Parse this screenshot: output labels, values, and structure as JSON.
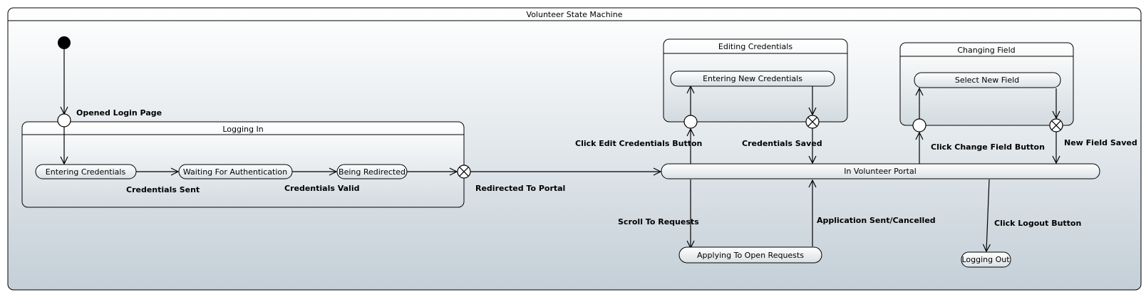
{
  "machine": {
    "title": "Volunteer State Machine"
  },
  "composites": {
    "logging_in": {
      "title": "Logging In"
    },
    "editing_credentials": {
      "title": "Editing Credentials"
    },
    "changing_field": {
      "title": "Changing Field"
    }
  },
  "states": {
    "entering_credentials": "Entering Credentials",
    "waiting_for_authentication": "Waiting For Authentication",
    "being_redirected": "Being Redirected",
    "in_volunteer_portal": "In Volunteer Portal",
    "entering_new_credentials": "Entering New Credentials",
    "select_new_field": "Select New Field",
    "applying_to_open_requests": "Applying To Open Requests",
    "logging_out": "Logging Out"
  },
  "transitions": {
    "opened_login_page": "Opened Login Page",
    "credentials_sent": "Credentials Sent",
    "credentials_valid": "Credentials Valid",
    "redirected_to_portal": "Redirected To Portal",
    "click_edit_credentials_button": "Click Edit Credentials Button",
    "credentials_saved": "Credentials Saved",
    "click_change_field_button": "Click Change Field Button",
    "new_field_saved": "New Field Saved",
    "scroll_to_requests": "Scroll To Requests",
    "application_sent_cancelled": "Application Sent/Cancelled",
    "click_logout_button": "Click Logout Button"
  },
  "colors": {
    "background_top": "#ffffff",
    "background_bottom": "#c7d2d9",
    "state_fill_top": "#ffffff",
    "state_fill_bottom": "#dde3e7",
    "stroke": "#000000"
  }
}
